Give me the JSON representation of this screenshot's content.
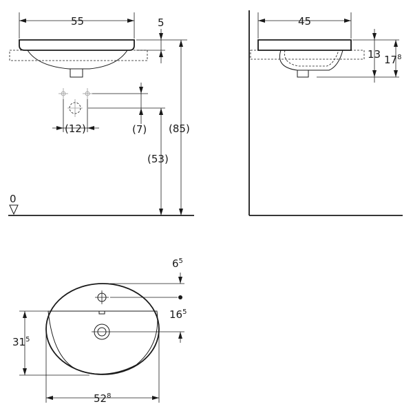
{
  "front_view": {
    "width_label": "55",
    "top_label": "5",
    "height_label": "(85)",
    "tap_height_label": "(53)",
    "offset_label": "(7)",
    "spacing_label": "(12)",
    "floor_label": "0"
  },
  "side_view": {
    "depth_label": "45",
    "rim_label": "13",
    "total_height_main": "17",
    "total_height_sup": "8"
  },
  "top_view": {
    "tap_offset_main": "6",
    "tap_offset_sup": "5",
    "drain_offset_main": "16",
    "drain_offset_sup": "5",
    "inner_depth_main": "31",
    "inner_depth_sup": "5",
    "width_main": "52",
    "width_sup": "8"
  }
}
